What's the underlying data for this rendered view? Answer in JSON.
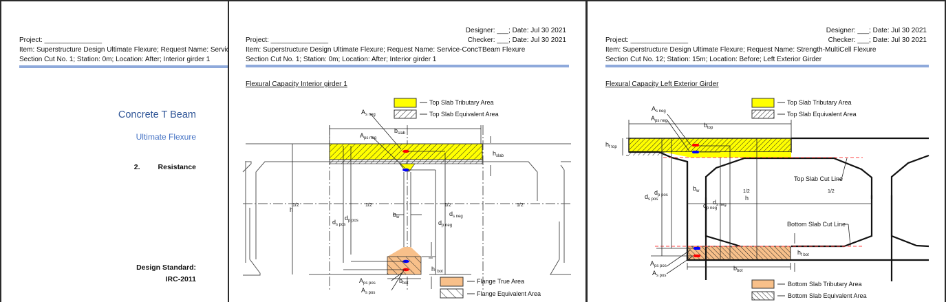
{
  "pages": [
    {
      "header": {
        "project": "Project: _______________",
        "item": "Item: Superstructure Design Ultimate Flexure; Request Name: Servic",
        "section": "Section Cut No. 1; Station: 0m; Location: After; Interior girder 1"
      },
      "cover": {
        "title": "Concrete T Beam",
        "subtitle": "Ultimate Flexure",
        "chapter_number": "2.",
        "chapter_title": "Resistance",
        "standard_label": "Design Standard:",
        "standard_value": "IRC-2011"
      }
    },
    {
      "header": {
        "designer": "Designer: ___; Date: Jul 30 2021",
        "checker": "Checker: ___; Date: Jul 30 2021",
        "project": "Project: _______________",
        "item": "Item: Superstructure Design Ultimate Flexure; Request Name: Service-ConcTBeam Flexure",
        "section": "Section Cut No. 1; Station: 0m; Location: After; Interior girder 1"
      },
      "section_title": "Flexural Capacity Interior girder 1",
      "diagram": {
        "legend": [
          "Top Slab Tributary Area",
          "Top Slab Equivalent Area",
          "Flange True Area",
          "Flange Equivalent Area"
        ],
        "labels": {
          "as_neg": "A",
          "as_neg_sub": "s neg",
          "aps_neg": "A",
          "aps_neg_sub": "ps neg",
          "b_slab": "b",
          "b_slab_sub": "slab",
          "h_slab": "h",
          "h_slab_sub": "slab",
          "h": "h",
          "half": "1/2",
          "ds_pos": "d",
          "ds_pos_sub": "s pos",
          "dp_pos": "d",
          "dp_pos_sub": "p pos",
          "bw": "b",
          "bw_sub": "w",
          "ds_neg": "d",
          "ds_neg_sub": "s neg",
          "dp_neg": "d",
          "dp_neg_sub": "p neg",
          "hf_bot": "h",
          "hf_bot_sub": "f bot",
          "aps_pos": "A",
          "aps_pos_sub": "ps pos",
          "as_pos": "A",
          "as_pos_sub": "s pos",
          "b_bot": "b",
          "b_bot_sub": "bot"
        }
      }
    },
    {
      "header": {
        "designer": "Designer: ___; Date: Jul 30 2021",
        "checker": "Checker: ___; Date: Jul 30 2021",
        "project": "Project: _______________",
        "item": "Item: Superstructure Design Ultimate Flexure; Request Name: Strength-MultiCell Flexure",
        "section": "Section Cut No. 12; Station: 15m; Location: Before; Left Exterior Girder"
      },
      "section_title": "Flexural Capacity Left Exterior Girder",
      "diagram": {
        "legend": [
          "Top Slab Tributary Area",
          "Top Slab Equivalent Area",
          "Bottom Slab Tributary Area",
          "Bottom Slab Equivalent Area"
        ],
        "labels": {
          "as_neg": "A",
          "as_neg_sub": "s neg",
          "aps_neg": "A",
          "aps_neg_sub": "ps neg",
          "b_top": "b",
          "b_top_sub": "top",
          "hf_top": "h",
          "hf_top_sub": "f top",
          "top_cut": "Top Slab Cut Line",
          "bottom_cut": "Bottom Slab Cut Line",
          "bw": "b",
          "bw_sub": "w",
          "half": "1/2",
          "h": "h",
          "ds_pos": "d",
          "ds_pos_sub": "s pos",
          "dp_pos": "d",
          "dp_pos_sub": "p pos",
          "dp_neg": "d",
          "dp_neg_sub": "p neg",
          "ds_neg": "d",
          "ds_neg_sub": "s neg",
          "hf_bot": "h",
          "hf_bot_sub": "f bot",
          "aps_pos": "A",
          "aps_pos_sub": "ps pos",
          "as_pos": "A",
          "as_pos_sub": "s pos",
          "b_bot": "b",
          "b_bot_sub": "bot"
        }
      }
    }
  ],
  "colors": {
    "rule": "#8ea9db",
    "cover_title": "#2f5597",
    "cover_subtitle": "#4472c4",
    "tributary_yellow": "#ffff00",
    "flange_orange": "#f8c08a",
    "rebar_red": "#ff0000",
    "tendon_blue": "#0000ff",
    "cut_line_red": "#ff4040"
  }
}
